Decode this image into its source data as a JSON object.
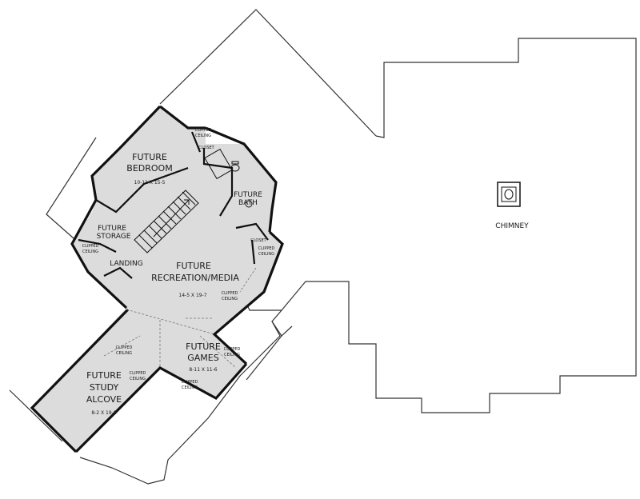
{
  "rooms": {
    "bedroom": {
      "line1": "FUTURE",
      "line2": "BEDROOM",
      "dims": "10-11 X 15-5"
    },
    "storage": {
      "line1": "FUTURE",
      "line2": "STORAGE"
    },
    "bath": {
      "line1": "FUTURE",
      "line2": "BATH"
    },
    "landing": {
      "label": "LANDING"
    },
    "recreation": {
      "line1": "FUTURE",
      "line2": "RECREATION/MEDIA",
      "dims": "14-5 X 19-7"
    },
    "games": {
      "line1": "FUTURE",
      "line2": "GAMES",
      "dims": "8-11 X 11-6"
    },
    "study": {
      "line1": "FUTURE",
      "line2": "STUDY",
      "line3": "ALCOVE",
      "dims": "8-2 X 19-8"
    },
    "closet_top": {
      "label": "CLOSET"
    },
    "closet_right": {
      "label": "CLOSET"
    }
  },
  "notes": {
    "clipped_line1": "CLIPPED",
    "clipped_line2": "CEILING"
  },
  "chimney": {
    "label": "CHIMNEY"
  },
  "colors": {
    "room_fill": "#dcdcdc",
    "wall": "#111111",
    "roof_line": "#333333"
  }
}
